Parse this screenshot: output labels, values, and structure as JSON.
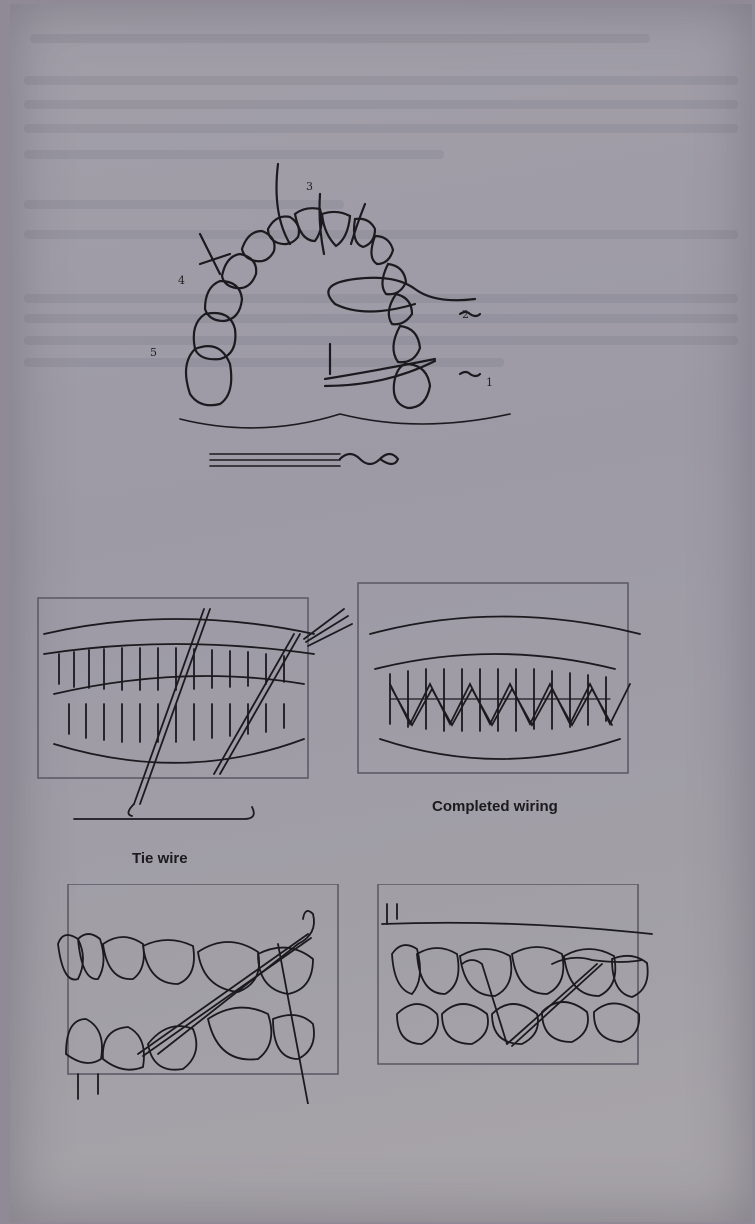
{
  "captions": {
    "completed": "Completed wiring",
    "tie": "Tie wire"
  },
  "arch_numbers": [
    "1",
    "2",
    "3",
    "4",
    "5"
  ],
  "colors": {
    "paper": "#a29fa8",
    "ink": "#1b1a1e",
    "background": "#8f8a96"
  }
}
